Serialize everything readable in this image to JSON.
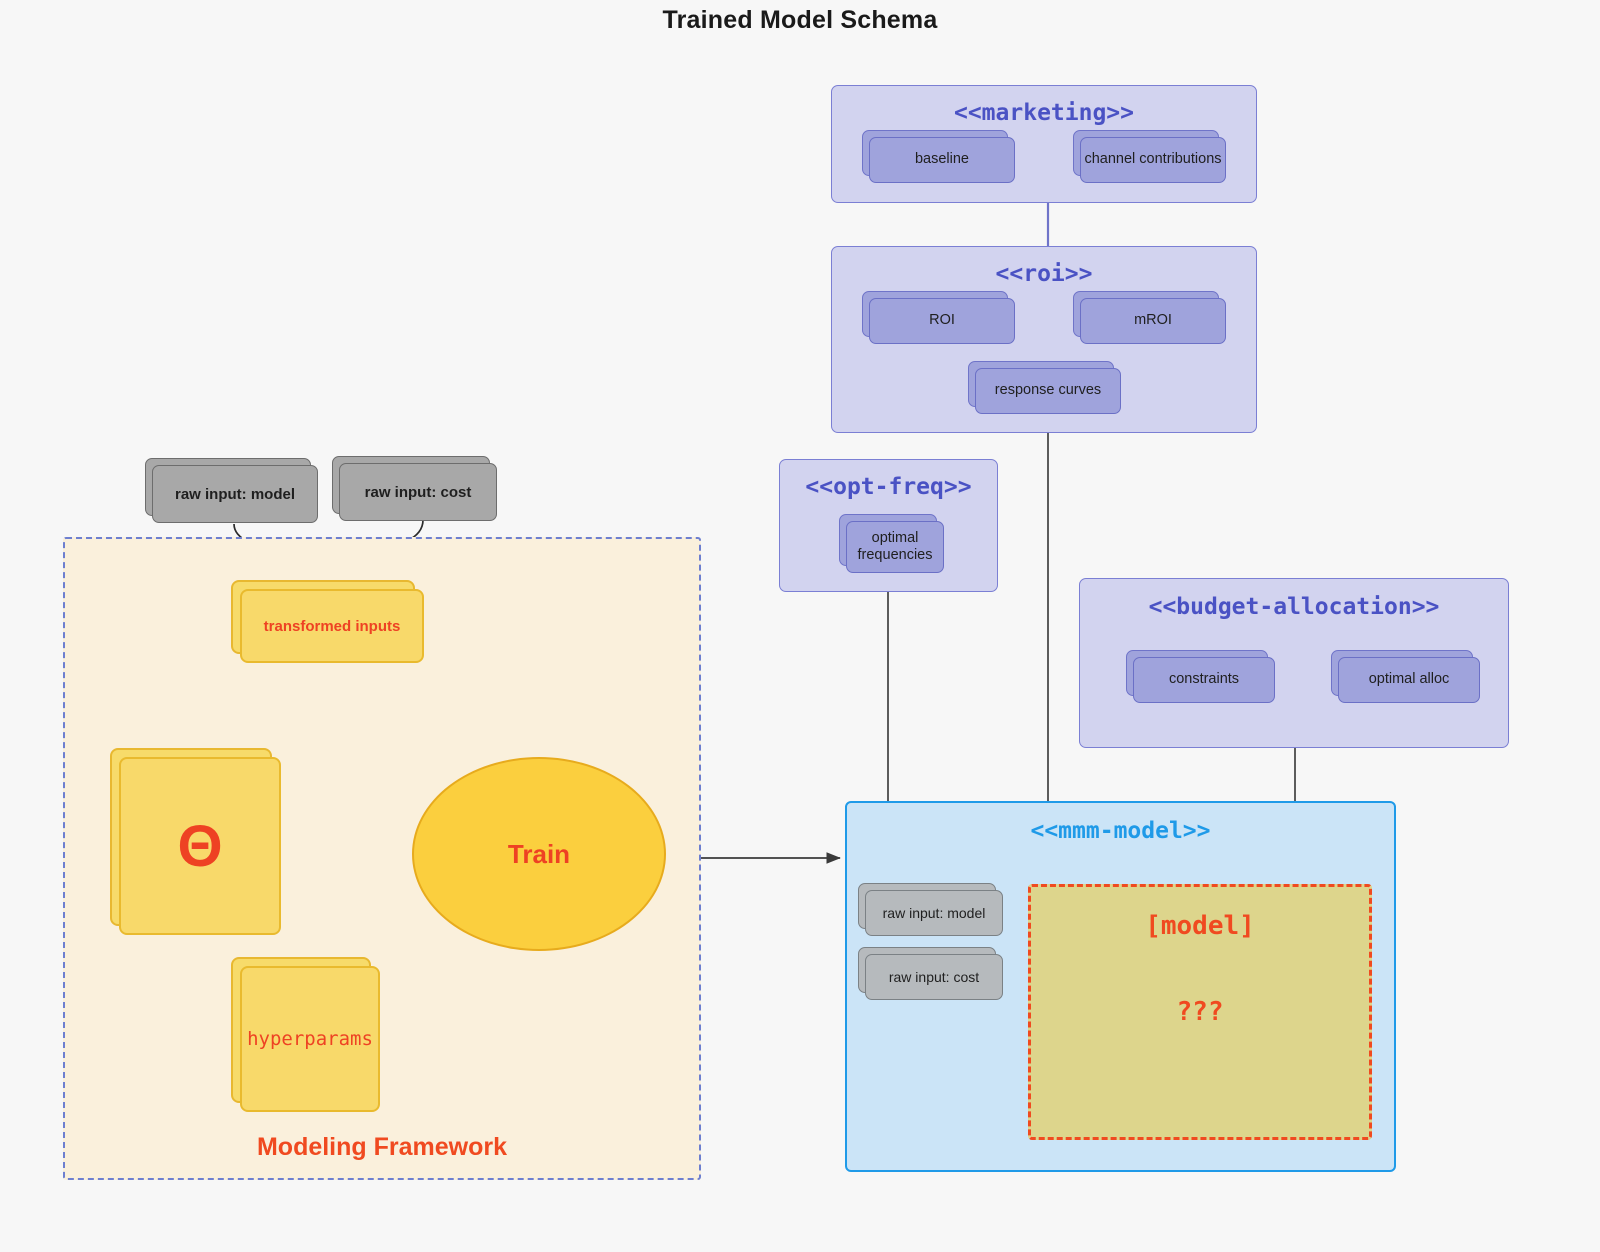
{
  "title": "Trained Model Schema",
  "packages": {
    "marketing": {
      "stereotype": "<<marketing>>",
      "nodes": [
        {
          "label": "baseline"
        },
        {
          "label": "channel contributions"
        }
      ]
    },
    "roi": {
      "stereotype": "<<roi>>",
      "nodes": [
        {
          "label": "ROI"
        },
        {
          "label": "mROI"
        },
        {
          "label": "response curves"
        }
      ]
    },
    "opt_freq": {
      "stereotype": "<<opt-freq>>",
      "nodes": [
        {
          "label": "optimal frequencies"
        }
      ]
    },
    "budget_allocation": {
      "stereotype": "<<budget-allocation>>",
      "nodes": [
        {
          "label": "constraints"
        },
        {
          "label": "optimal alloc"
        }
      ]
    },
    "mmm_model": {
      "stereotype": "<<mmm-model>>",
      "inputs": [
        {
          "label": "raw input: model"
        },
        {
          "label": "raw input: cost"
        }
      ],
      "model_box": {
        "label": "[model]",
        "unknown": "???"
      }
    }
  },
  "framework": {
    "label": "Modeling Framework",
    "raw_inputs": [
      {
        "label": "raw input: model"
      },
      {
        "label": "raw input: cost"
      }
    ],
    "transformed_inputs": "transformed inputs",
    "theta": "Θ",
    "hyperparams": "hyperparams",
    "train": "Train"
  },
  "colors": {
    "background": "#f7f7f7",
    "package_fill": "#d2d3ef",
    "package_border": "#7b7fd4",
    "package_title": "#4a52c4",
    "node_fill": "#9fa3dc",
    "node_border": "#6b70c6",
    "mmm_fill": "#cbe4f7",
    "mmm_border": "#1f9ae8",
    "model_box_fill": "#ddd58c",
    "model_box_border": "#f04a20",
    "framework_fill": "#faf0dc",
    "framework_border": "#6d7fd0",
    "accent_red": "#ee4223",
    "yellow_fill": "#fbcf3e",
    "yellow_border": "#e7ab1d",
    "grey_fill": "#a8a8a8",
    "grey_border": "#6d6d6d",
    "connector": "#4a4a4a"
  }
}
